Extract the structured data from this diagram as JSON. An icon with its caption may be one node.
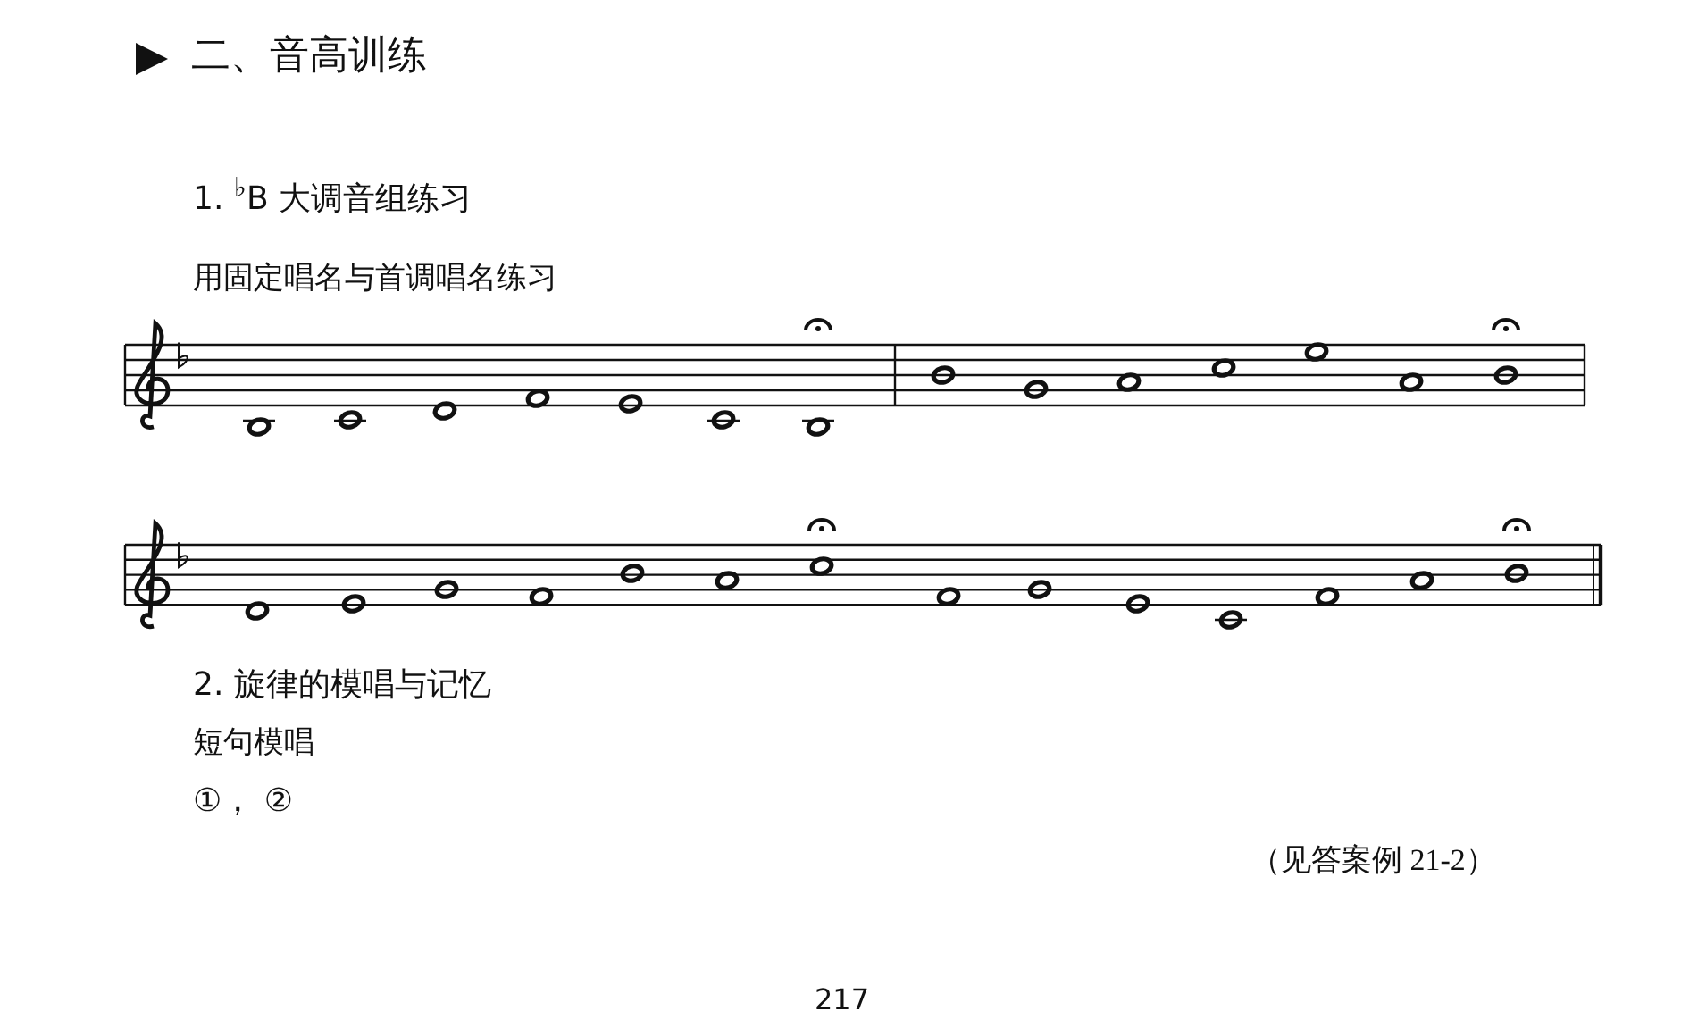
{
  "diagram": {
    "title": "二、音高训练",
    "labels": [
      "1. $^{♭}$B 大调音组练习",
      "用固定唱名与首调唱名练习",
      "2. 旋律的模唱与记忆",
      "短句模唱",
      "①， ②",
      "（见答案例 21-2）",
      "217"
    ]
  }
}
